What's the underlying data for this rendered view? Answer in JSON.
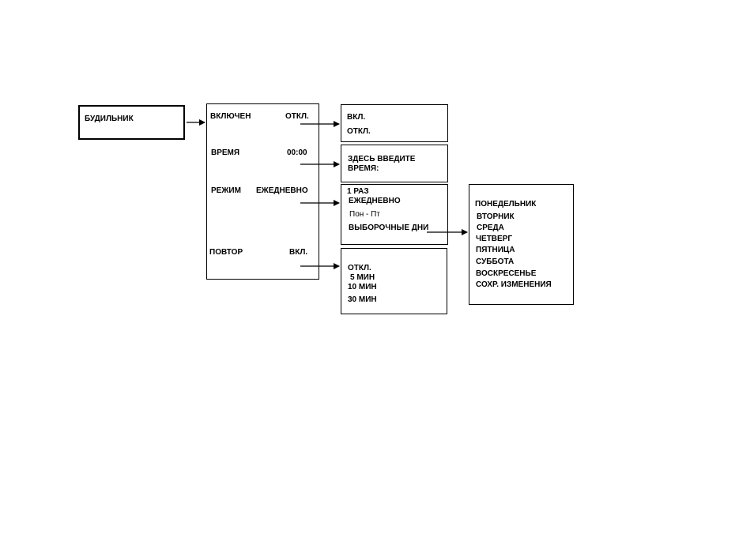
{
  "root": {
    "label": "БУДИЛЬНИК"
  },
  "main_menu": {
    "items": [
      {
        "label": "ВКЛЮЧЕН",
        "value": "ОТКЛ."
      },
      {
        "label": "ВРЕМЯ",
        "value": "00:00"
      },
      {
        "label": "РЕЖИМ",
        "value": "ЕЖЕДНЕВНО"
      },
      {
        "label": "ПОВТОР",
        "value": "ВКЛ."
      }
    ]
  },
  "on_off_box": {
    "options": [
      "ВКЛ.",
      "ОТКЛ."
    ]
  },
  "time_box": {
    "text_line1": "ЗДЕСЬ ВВЕДИТЕ",
    "text_line2": "ВРЕМЯ:"
  },
  "mode_box": {
    "options": [
      "1 РАЗ",
      "ЕЖЕДНЕВНО",
      "Пон - Пт",
      "ВЫБОРОЧНЫЕ ДНИ"
    ]
  },
  "repeat_box": {
    "options": [
      "ОТКЛ.",
      "5 МИН",
      "10 МИН",
      "30 МИН"
    ]
  },
  "days_box": {
    "options": [
      "ПОНЕДЕЛЬНИК",
      "ВТОРНИК",
      "СРЕДА",
      "ЧЕТВЕРГ",
      "ПЯТНИЦА",
      "СУББОТА",
      "ВОСКРЕСЕНЬЕ",
      "СОХР. ИЗМЕНЕНИЯ"
    ]
  }
}
